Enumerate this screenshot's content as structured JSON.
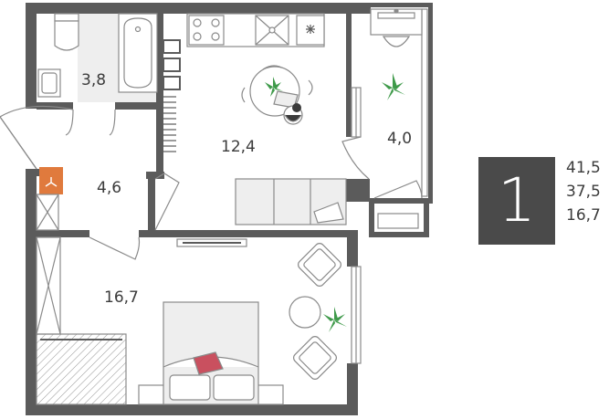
{
  "rooms": [
    {
      "id": "bathroom",
      "area": "3,8"
    },
    {
      "id": "kitchen-living",
      "area": "12,4"
    },
    {
      "id": "hallway",
      "area": "4,6"
    },
    {
      "id": "loggia",
      "area": "4,0"
    },
    {
      "id": "bedroom",
      "area": "16,7"
    }
  ],
  "badge": {
    "rooms_count": "1"
  },
  "summary": {
    "total": "41,5",
    "living_total": "37,5",
    "living": "16,7"
  },
  "colors": {
    "wall": "#5b5b5b",
    "furniture": "#8a8a8a",
    "fill": "#eeeeee",
    "plant": "#3f9a4a",
    "boiler": "#e07a3d",
    "pillow": "#c9505f"
  },
  "icons": [
    "stove-icon",
    "sink-icon",
    "fridge-icon",
    "toilet-icon",
    "bathtub-icon",
    "plant-icon",
    "boiler-icon",
    "bed-icon",
    "armchair-icon",
    "tv-icon"
  ]
}
